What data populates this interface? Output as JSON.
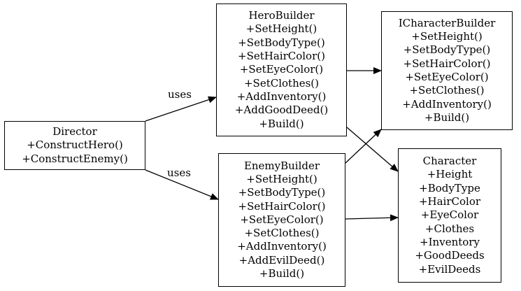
{
  "colors": {
    "stroke": "#000000",
    "background": "#ffffff"
  },
  "nodes": {
    "director": {
      "title": "Director",
      "members": [
        "+ConstructHero()",
        "+ConstructEnemy()"
      ]
    },
    "hero_builder": {
      "title": "HeroBuilder",
      "members": [
        "+SetHeight()",
        "+SetBodyType()",
        "+SetHairColor()",
        "+SetEyeColor()",
        "+SetClothes()",
        "+AddInventory()",
        "+AddGoodDeed()",
        "+Build()"
      ]
    },
    "enemy_builder": {
      "title": "EnemyBuilder",
      "members": [
        "+SetHeight()",
        "+SetBodyType()",
        "+SetHairColor()",
        "+SetEyeColor()",
        "+SetClothes()",
        "+AddInventory()",
        "+AddEvilDeed()",
        "+Build()"
      ]
    },
    "icharacter_builder": {
      "title": "ICharacterBuilder",
      "members": [
        "+SetHeight()",
        "+SetBodyType()",
        "+SetHairColor()",
        "+SetEyeColor()",
        "+SetClothes()",
        "+AddInventory()",
        "+Build()"
      ]
    },
    "character": {
      "title": "Character",
      "members": [
        "+Height",
        "+BodyType",
        "+HairColor",
        "+EyeColor",
        "+Clothes",
        "+Inventory",
        "+GoodDeeds",
        "+EvilDeeds"
      ]
    }
  },
  "edges": [
    {
      "from": "director",
      "to": "hero_builder",
      "label": "uses"
    },
    {
      "from": "director",
      "to": "enemy_builder",
      "label": "uses"
    },
    {
      "from": "hero_builder",
      "to": "icharacter_builder",
      "label": ""
    },
    {
      "from": "hero_builder",
      "to": "character",
      "label": ""
    },
    {
      "from": "enemy_builder",
      "to": "icharacter_builder",
      "label": ""
    },
    {
      "from": "enemy_builder",
      "to": "character",
      "label": ""
    }
  ]
}
